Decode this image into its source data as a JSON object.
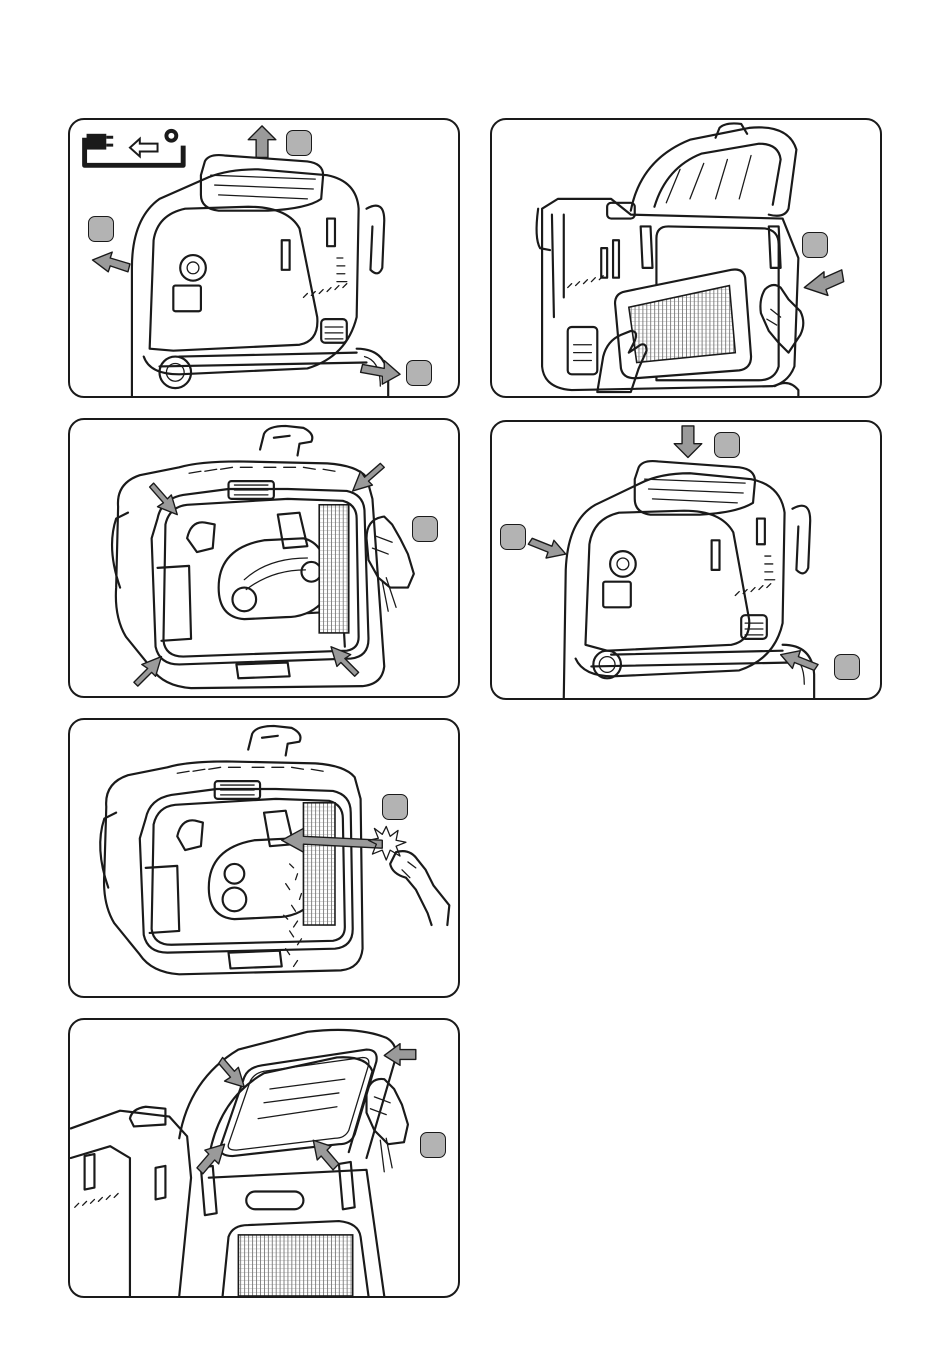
{
  "page": {
    "background": "#ffffff",
    "badge_color": "#b3b3b3",
    "arrow_color": "#9a9a9a"
  },
  "panels": [
    {
      "step": "unplug-and-open-lid",
      "icons": [
        "unplug-icon",
        "arrow-up-icon",
        "arrow-icon"
      ]
    },
    {
      "step": "remove-filter",
      "icons": [
        "hand-icon",
        "filter-icon",
        "arrow-icon"
      ]
    },
    {
      "step": "clean-gasket",
      "icons": [
        "hand-icon",
        "arrow-icon"
      ]
    },
    {
      "step": "close-lid-and-lock",
      "icons": [
        "arrow-down-icon",
        "arrow-icon"
      ]
    },
    {
      "step": "tap-out-filter",
      "icons": [
        "hand-icon",
        "impact-icon",
        "arrow-icon"
      ]
    },
    {
      "step": "clean-lid-seal",
      "icons": [
        "hand-icon",
        "arrow-icon"
      ]
    }
  ]
}
